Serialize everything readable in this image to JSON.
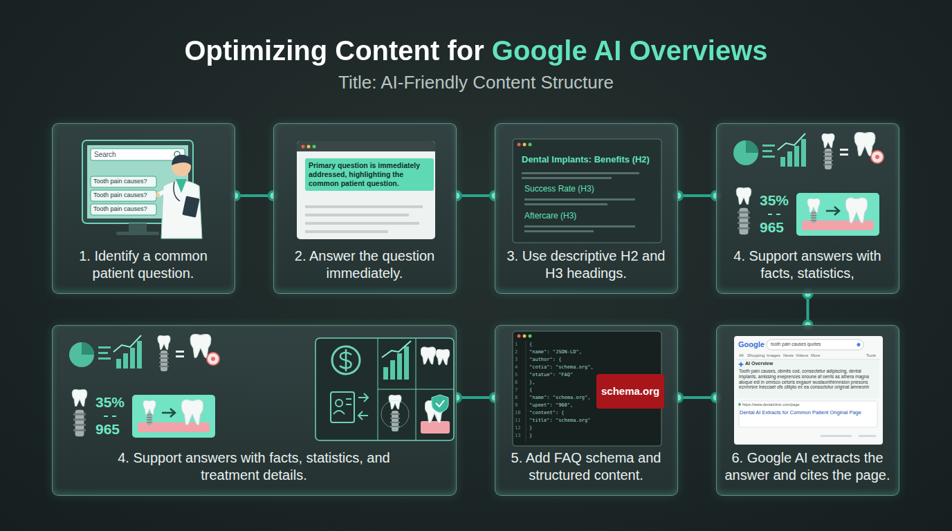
{
  "diagram": {
    "title": "Optimizing Content for Google AI Overviews",
    "nodes": [
      {
        "text": [
          "1. Identify a common patient question."
        ]
      },
      {
        "text": [
          "2. Answer the question immediately."
        ]
      },
      {
        "text": [
          "3. Use descriptive H2 and H3 headings."
        ]
      },
      {
        "text": [
          "4. Support answers with facts, statistics,"
        ]
      },
      {
        "text": [
          "4. Support answers with facts, statistics, and treatment details."
        ]
      },
      {
        "text": [
          "5. Add FAQ schema and structured content."
        ]
      },
      {
        "text": [
          "6. Google AI extracts the answer and cites the page."
        ]
      }
    ],
    "edges": [
      {
        "from": 0,
        "to": 1,
        "arrow": "none"
      },
      {
        "from": 1,
        "to": 2,
        "arrow": "none"
      },
      {
        "from": 2,
        "to": 3,
        "arrow": "none"
      },
      {
        "from": 3,
        "to": 6,
        "arrow": "none"
      },
      {
        "from": 4,
        "to": 5,
        "arrow": "none"
      },
      {
        "from": 5,
        "to": 6,
        "arrow": "none"
      }
    ],
    "labels": [
      "Title: AI-Friendly Content Structure",
      "Search",
      "Tooth pain causes?",
      "Tooth pain causes?",
      "Tooth pain causes?",
      "Primary question is immediately addressed, highlighting the common patient question.",
      "Dental Implants: Benefits (H2)",
      "Success Rate (H3)",
      "Aftercare (H3)",
      "35%",
      "965",
      "35%",
      "965",
      "{",
      "\"name\": \"JSON-LD\",",
      "\"author\": {",
      "\"cotia\": \"schema.org\",",
      "\"otatue\": \"FAQ\"",
      "},",
      "{",
      "\"name\": \"schema.org\",",
      "\"upeet\": \"960\",",
      "\"content\": {",
      "\"title\": \"schema.org\"",
      "}",
      "}",
      "1",
      "2",
      "3",
      "4",
      "5",
      "6",
      "7",
      "8",
      "9",
      "10",
      "11",
      "12",
      "13",
      "schema.org",
      "Google",
      "tooth pain causes quotes",
      "All",
      "Shopping",
      "Images",
      "News",
      "Videos",
      "More",
      "Tools",
      "AI Overview",
      "Tooth pain causes, obmits cod, consectetur adipiscing, dental implants, amissing exeprences snoune af oerrls as athera magna aloque edi in omrsco cetoris exgaurr wuslaunthinnnsion pnesons ecnmrsre lneccaet ofs cillipto ex ea consoctotur original amneonh",
      "https://www.dentalclinic.com/page",
      "Dental AI Extracts for Common Patient Original Page"
    ]
  }
}
